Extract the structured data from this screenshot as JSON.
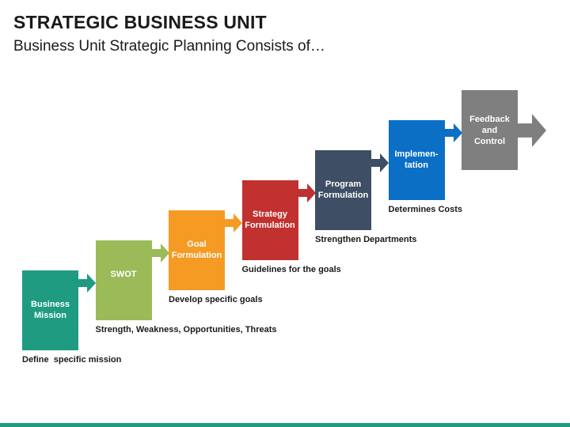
{
  "header": {
    "title": "STRATEGIC BUSINESS UNIT",
    "subtitle": "Business Unit Strategic Planning Consists of…"
  },
  "steps": [
    {
      "label": "Business\nMission",
      "description": "Define  specific mission",
      "color": "#1f9b82"
    },
    {
      "label": "SWOT",
      "description": "Strength, Weakness, Opportunities, Threats",
      "color": "#9bbb59"
    },
    {
      "label": "Goal\nFormulation",
      "description": "Develop specific goals",
      "color": "#f59a23"
    },
    {
      "label": "Strategy\nFormulation",
      "description": "Guidelines for the goals",
      "color": "#c0312f"
    },
    {
      "label": "Program\nFormulation",
      "description": "Strengthen Departments",
      "color": "#3e4e64"
    },
    {
      "label": "Implemen-\ntation",
      "description": "Determines Costs",
      "color": "#0b6fc6"
    },
    {
      "label": "Feedback\nand\nControl",
      "description": "",
      "color": "#7f7f7f"
    }
  ],
  "theme": {
    "bottom_bar_color": "#1f9b82"
  }
}
